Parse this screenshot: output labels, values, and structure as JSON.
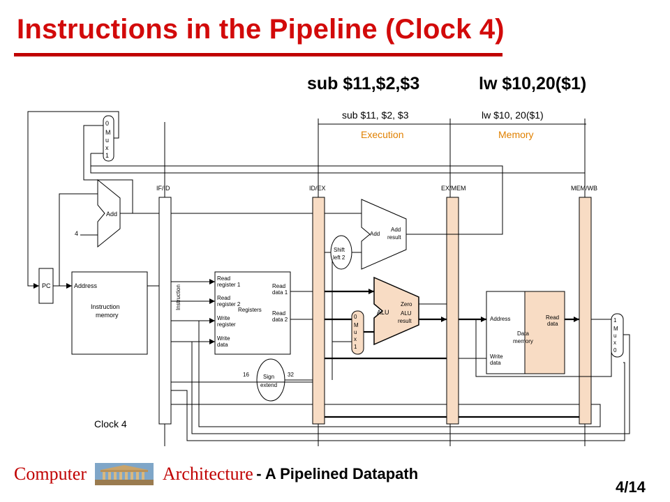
{
  "slide": {
    "title": "Instructions in the Pipeline (Clock 4)",
    "instr_left": "sub $11,$2,$3",
    "instr_right": "lw $10,20($1)",
    "page": "4/14"
  },
  "footer": {
    "left": "Computer",
    "right": "Architecture",
    "subtitle": "- A Pipelined Datapath"
  },
  "diagram": {
    "stage_instr_1": "sub $11, $2, $3",
    "stage_instr_2": "lw $10, 20($1)",
    "stage_1": "Execution",
    "stage_2": "Memory",
    "reg_if_id": "IF/ID",
    "reg_id_ex": "ID/EX",
    "reg_ex_mem": "EX/MEM",
    "reg_mem_wb": "MEM/WB",
    "pc": "PC",
    "add": "Add",
    "four": "4",
    "address": "Address",
    "instr_mem_1": "Instruction",
    "instr_mem_2": "memory",
    "instruction": "Instruction",
    "read_reg_1a": "Read",
    "read_reg_1b": "register 1",
    "read_reg_2a": "Read",
    "read_reg_2b": "register 2",
    "write_reg_a": "Write",
    "write_reg_b": "register",
    "write_data_a": "Write",
    "write_data_b": "data",
    "registers": "Registers",
    "read_data_1a": "Read",
    "read_data_1b": "data 1",
    "read_data_2a": "Read",
    "read_data_2b": "data 2",
    "shift_1": "Shift",
    "shift_2": "left 2",
    "add2": "Add",
    "add_result_1": "Add",
    "add_result_2": "result",
    "alu": "ALU",
    "zero": "Zero",
    "alu_result_1": "ALU",
    "alu_result_2": "result",
    "sign_1": "Sign",
    "sign_2": "extend",
    "sixteen": "16",
    "thirtytwo": "32",
    "dm_address": "Address",
    "dm_read_1": "Read",
    "dm_read_2": "data",
    "dm_1": "Data",
    "dm_2": "memory",
    "dm_write_1": "Write",
    "dm_write_2": "data",
    "mux_top": [
      "0",
      "M",
      "u",
      "x",
      "1"
    ],
    "mux_alu": [
      "0",
      "M",
      "u",
      "x",
      "1"
    ],
    "mux_wb": [
      "1",
      "M",
      "u",
      "x",
      "0"
    ],
    "clock": "Clock 4",
    "colors": {
      "title": "#d20a0a",
      "stage": "#e08000",
      "highlight": "#f8dcc4"
    }
  }
}
